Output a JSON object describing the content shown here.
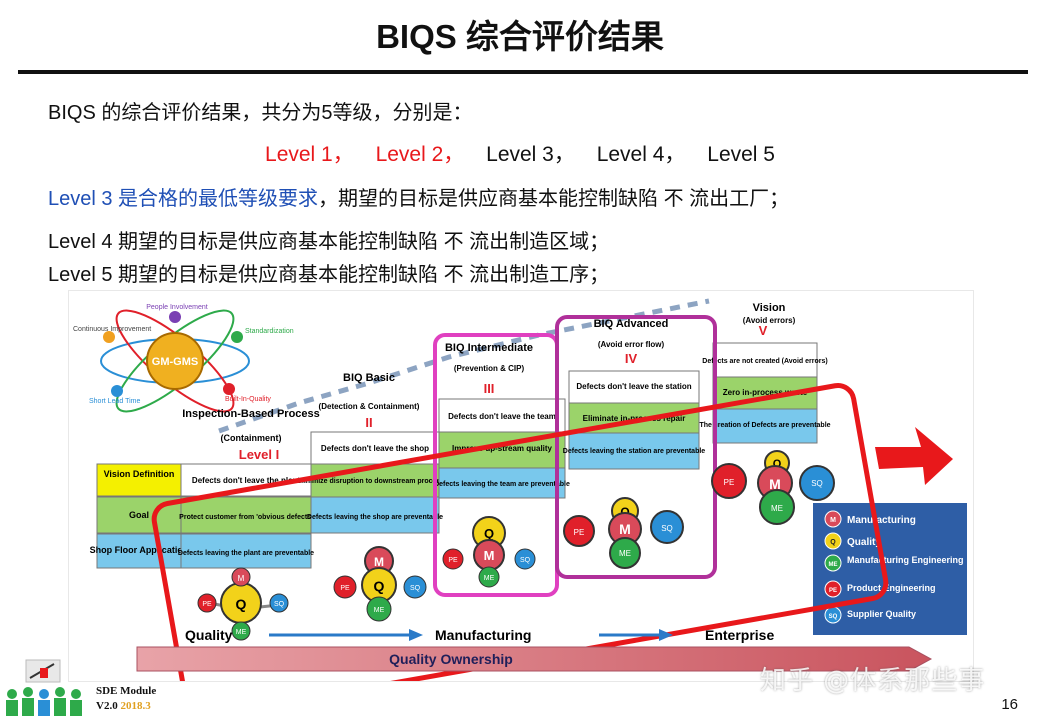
{
  "slide": {
    "title": "BIQS 综合评价结果",
    "intro": "BIQS 的综合评价结果，共分为5等级，分别是：",
    "levels": [
      "Level 1，",
      "Level 2，",
      "Level 3，",
      "Level 4，",
      "Level 5"
    ],
    "level3_highlight": "Level 3 是合格的最低等级要求",
    "level3_rest": "，期望的目标是供应商基本能控制缺陷 不 流出工厂；",
    "level4_line": "Level 4 期望的目标是供应商基本能控制缺陷 不 流出制造区域；",
    "level5_line": "Level 5 期望的目标是供应商基本能控制缺陷 不 流出制造工序；",
    "colors": {
      "red": "#e8181b",
      "blue": "#1f4fb5"
    }
  },
  "figure": {
    "gm_gms": {
      "center": "GM-GMS",
      "labels": [
        "People Involvement",
        "Standardization",
        "Built-In-Quality",
        "Short Lead Time",
        "Continuous Improvement"
      ]
    },
    "stages": {
      "inspection": {
        "title": "Inspection-Based Process",
        "sub": "(Containment)",
        "level": "Level I"
      },
      "basic": {
        "title": "BIQ Basic",
        "sub": "(Detection & Containment)",
        "level": "II"
      },
      "intermediate": {
        "title": "BIQ Intermediate",
        "sub": "(Prevention & CIP)",
        "level": "III"
      },
      "advanced": {
        "title": "BIQ Advanced",
        "sub": "(Avoid error flow)",
        "level": "IV"
      },
      "vision": {
        "title": "Vision",
        "sub": "(Avoid errors)",
        "level": "V"
      }
    },
    "row_labels": [
      "Vision Definition",
      "Goal",
      "Shop Floor Application"
    ],
    "cells": {
      "l1": [
        "Defects don't leave the plant",
        "Protect customer from 'obvious defects'",
        "Defects leaving the plant are preventable"
      ],
      "l2": [
        "Defects don't leave the shop",
        "Minimize disruption to downstream processes",
        "Defects leaving the shop are preventable"
      ],
      "l3": [
        "Defects don't leave the team",
        "Improve up-stream quality",
        "Defects leaving the team are preventable"
      ],
      "l4": [
        "Defects don't leave the station",
        "Eliminate in-process repair",
        "Defects leaving the station are preventable"
      ],
      "l5": [
        "Defects are not created (Avoid errors)",
        "Zero in-process waste",
        "The creation of Defects are preventable"
      ]
    },
    "legend": [
      {
        "letter": "M",
        "label": "Manufacturing",
        "color": "#d94a5a"
      },
      {
        "letter": "Q",
        "label": "Quality",
        "color": "#f2d21a"
      },
      {
        "letter": "ME",
        "label": "Manufacturing Engineering",
        "color": "#2eaa4a"
      },
      {
        "letter": "PE",
        "label": "Product Engineering",
        "color": "#e0202a"
      },
      {
        "letter": "SQ",
        "label": "Supplier Quality",
        "color": "#2a8fd6"
      }
    ],
    "bottom": {
      "quality": "Quality",
      "manufacturing": "Manufacturing",
      "enterprise": "Enterprise",
      "ownership": "Quality Ownership"
    }
  },
  "footer": {
    "module": "SDE Module",
    "version": "V2.0",
    "year": "2018.3",
    "page": "16",
    "watermark": "知乎 @体系那些事"
  }
}
